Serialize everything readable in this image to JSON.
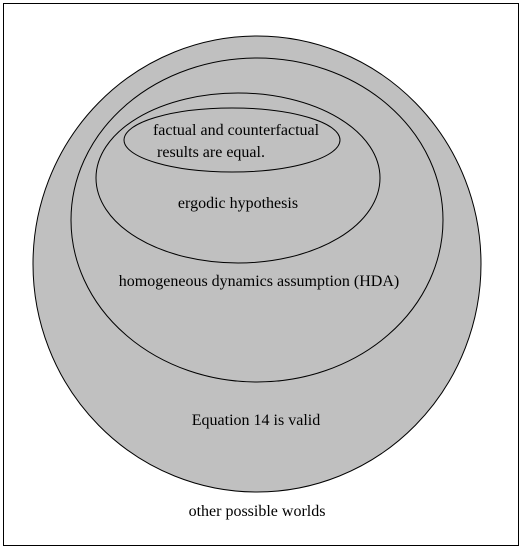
{
  "colors": {
    "background": "#ffffff",
    "region_fill": "#c0c0c0",
    "outline": "#000000"
  },
  "diagram": {
    "type": "nested-sets",
    "outer_label": "other possible worlds",
    "sets": [
      {
        "label": "Equation 14 is valid"
      },
      {
        "label": "homogeneous dynamics assumption (HDA)"
      },
      {
        "label": "ergodic hypothesis"
      },
      {
        "label_lines": [
          "factual and counterfactual",
          "results are equal."
        ]
      }
    ]
  }
}
